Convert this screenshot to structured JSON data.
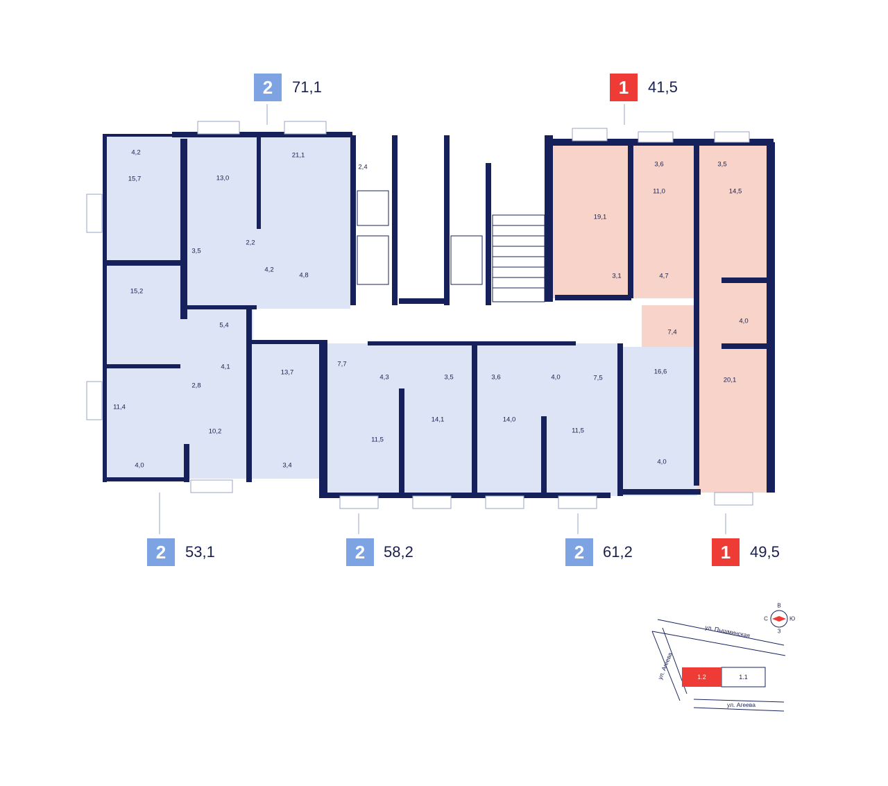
{
  "apartments": [
    {
      "rooms": "2",
      "area": "71,1",
      "type": "two"
    },
    {
      "rooms": "1",
      "area": "41,5",
      "type": "one"
    },
    {
      "rooms": "2",
      "area": "53,1",
      "type": "two"
    },
    {
      "rooms": "2",
      "area": "58,2",
      "type": "two"
    },
    {
      "rooms": "2",
      "area": "61,2",
      "type": "two"
    },
    {
      "rooms": "1",
      "area": "49,5",
      "type": "one"
    }
  ],
  "rooms": [
    "4,2",
    "15,7",
    "13,0",
    "21,1",
    "2,4",
    "2,2",
    "3,5",
    "4,2",
    "4,8",
    "15,2",
    "5,4",
    "11,4",
    "4,1",
    "2,8",
    "10,2",
    "4,0",
    "13,7",
    "3,4",
    "7,7",
    "4,3",
    "3,5",
    "11,5",
    "14,1",
    "3,6",
    "4,0",
    "14,0",
    "7,5",
    "11,5",
    "16,6",
    "4,0",
    "19,1",
    "3,6",
    "11,0",
    "3,5",
    "14,5",
    "3,1",
    "4,7",
    "7,4",
    "4,0",
    "20,1"
  ],
  "compass": {
    "n": "В",
    "w": "С",
    "e": "Ю",
    "s": "З"
  },
  "site_plan": {
    "street_top": "ул. Пышминская",
    "street_left": "ул. Агеева",
    "street_bottom": "ул. Агеева",
    "building_current": "1.2",
    "building_other": "1.1"
  },
  "colors": {
    "wall": "#16205a",
    "two_room": "#dde4f6",
    "one_room": "#f7d3c9",
    "badge_two": "#7ea3e3",
    "badge_one": "#ef3b35"
  }
}
